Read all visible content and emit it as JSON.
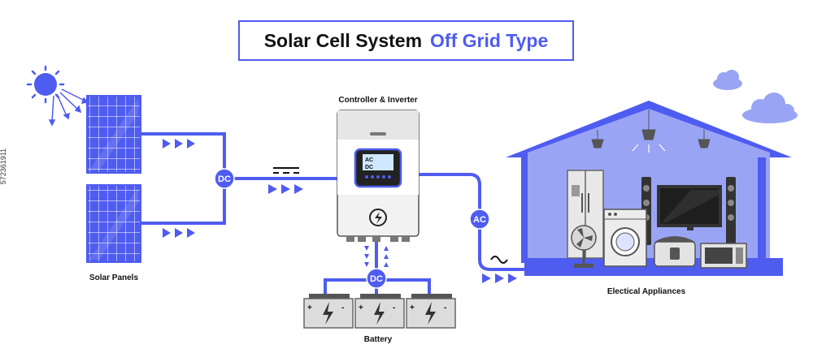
{
  "title": {
    "main": "Solar Cell System",
    "accent": "Off Grid Type"
  },
  "labels": {
    "solar_panels": "Solar Panels",
    "controller": "Controller & Inverter",
    "battery": "Battery",
    "appliances": "Electical Appliances"
  },
  "badges": {
    "dc_panels": "DC",
    "dc_battery": "DC",
    "ac": "AC"
  },
  "inverter_display": {
    "line1": "AC",
    "line2": "DC"
  },
  "watermark_id": "572361911",
  "colors": {
    "accent": "#4f5cf0",
    "house_fill": "#9aa4f5",
    "panel": "#4f5cf0",
    "battery_gray": "#6b6b6b"
  }
}
